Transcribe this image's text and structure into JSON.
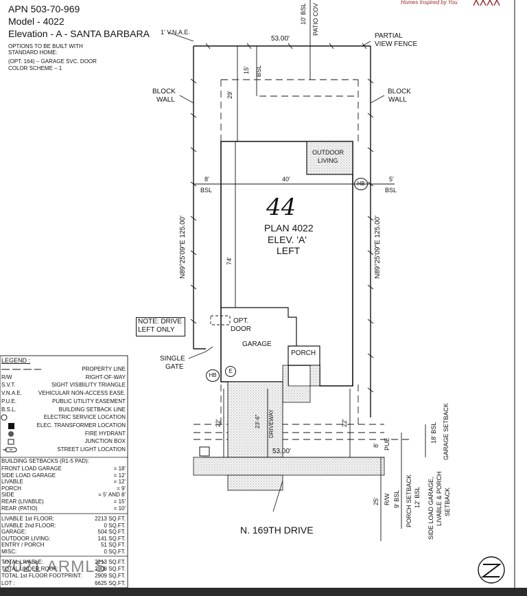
{
  "header": {
    "apn": "APN 503-70-969",
    "model": "Model - 4022",
    "elevation": "Elevation - A - SANTA BARBARA",
    "options_line1": "OPTIONS TO BE BUILT WITH",
    "options_line2": "STANDARD HOME:",
    "option1": "(OPT. 164) – GARAGE SVC. DOOR",
    "option2": "COLOR SCHEME – 1",
    "brand_tagline": "Homes Inspired by You"
  },
  "plan": {
    "lot_number": "44",
    "plan_name": "PLAN 4022",
    "elev": "ELEV. 'A'",
    "orientation": "LEFT",
    "vnae": "1' V.N.A.E.",
    "top_width": "53.00'",
    "bottom_width": "53.00'",
    "partial_view_fence_1": "PARTIAL",
    "partial_view_fence_2": "VIEW FENCE",
    "bsl_10": "10' BSL",
    "patio_cov": "PATIO COV",
    "bsl_15": "15'",
    "bsl_15_label": "BSL",
    "dim_29": "29'",
    "block_wall_l1": "BLOCK",
    "block_wall_l2": "WALL",
    "block_wall_r1": "BLOCK",
    "block_wall_r2": "WALL",
    "outdoor_living_1": "OUTDOOR",
    "outdoor_living_2": "LIVING",
    "dim_8": "8'",
    "bsl_left": "BSL",
    "dim_40": "40'",
    "dim_5": "5'",
    "bsl_right": "BSL",
    "hb": "HB",
    "side_left": "N89°25'09\"E 125.00'",
    "side_right": "N89°25'09\"E 125.00'",
    "dim_74": "74'",
    "note_1": "NOTE: DRIVE",
    "note_2": "LEFT ONLY",
    "opt_door_1": "OPT.",
    "opt_door_2": "DOOR",
    "garage": "GARAGE",
    "porch": "PORCH",
    "single_gate_1": "SINGLE",
    "single_gate_2": "GATE",
    "e_marker": "E",
    "dim_22_left": "22'",
    "dim_23": "23'-6\"",
    "driveway": "DRIVEWAY",
    "dim_22_right": "22'",
    "dim_8_pue": "8'",
    "pue": "PUE",
    "bsl_18": "18' BSL",
    "garage_setback": "GARAGE SETBACK",
    "dim_25": "25'",
    "rw": "R/W",
    "bsl_9": "9' BSL",
    "porch_setback": "PORCH SETBACK",
    "bsl_12": "12' BSL",
    "side_load_1": "SIDE LOAD GARAGE,",
    "side_load_2": "LIVABLE & PORCH",
    "side_load_3": "SETBACK",
    "street": "N. 169TH DRIVE",
    "watermark": "2021 ARMLS"
  },
  "legend": {
    "title": "LEGEND :",
    "items": [
      {
        "k": "",
        "v": "PROPERTY LINE"
      },
      {
        "k": "R/W",
        "v": "RIGHT-OF-WAY"
      },
      {
        "k": "S.V.T.",
        "v": "SIGHT VISIBILITY TRIANGLE"
      },
      {
        "k": "V.N.A.E.",
        "v": "VEHICULAR NON-ACCESS EASE."
      },
      {
        "k": "P.U.E.",
        "v": "PUBLIC UTILITY EASEMENT"
      },
      {
        "k": "B.S.L.",
        "v": "BUILDING SETBACK LINE"
      },
      {
        "k": "",
        "v": "ELECTRIC SERVICE LOCATION"
      },
      {
        "k": "",
        "v": "ELEC. TRANSFORMER LOCATION"
      },
      {
        "k": "",
        "v": "FIRE HYDRANT"
      },
      {
        "k": "",
        "v": "JUNCTION BOX"
      },
      {
        "k": "",
        "v": "STREET LIGHT LOCATION"
      }
    ]
  },
  "setbacks": {
    "title": "BUILDING SETBACKS (R1-5 PAD):",
    "items": [
      {
        "k": "FRONT LOAD GARAGE",
        "v": "= 18'"
      },
      {
        "k": "SIDE LOAD GARAGE",
        "v": "= 12'"
      },
      {
        "k": "LIVABLE",
        "v": "= 12'"
      },
      {
        "k": "PORCH",
        "v": "= 9'"
      },
      {
        "k": "SIDE",
        "v": "= 5' AND 8'"
      },
      {
        "k": "REAR (LIVABLE)",
        "v": "= 15'"
      },
      {
        "k": "REAR (PATIO)",
        "v": "= 10'"
      }
    ]
  },
  "areas": {
    "items": [
      {
        "k": "LIVABLE 1st FLOOR:",
        "v": "2213 SQ.FT."
      },
      {
        "k": "LIVABLE 2nd FLOOR:",
        "v": "0 SQ.FT."
      },
      {
        "k": "GARAGE:",
        "v": "504 SQ.FT."
      },
      {
        "k": "OUTDOOR LIVING:",
        "v": "141 SQ.FT."
      },
      {
        "k": "ENTRY / PORCH",
        "v": "51 SQ.FT."
      },
      {
        "k": "MISC:",
        "v": "0 SQ.FT."
      }
    ],
    "totals": [
      {
        "k": "TOTAL LIVABLE:",
        "v": "2213 SQ.FT."
      },
      {
        "k": "TOTAL UNDER ROOF:",
        "v": "2909 SQ.FT."
      },
      {
        "k": "TOTAL 1st FLOOR FOOTPRINT:",
        "v": "2909 SQ.FT."
      },
      {
        "k": "LOT :",
        "v": "6625 SQ.FT."
      }
    ]
  },
  "colors": {
    "line": "#111111",
    "stipple": "#bdbdbd",
    "brand_red": "#9b2b2b",
    "taskbar": "#2b2b2b"
  }
}
